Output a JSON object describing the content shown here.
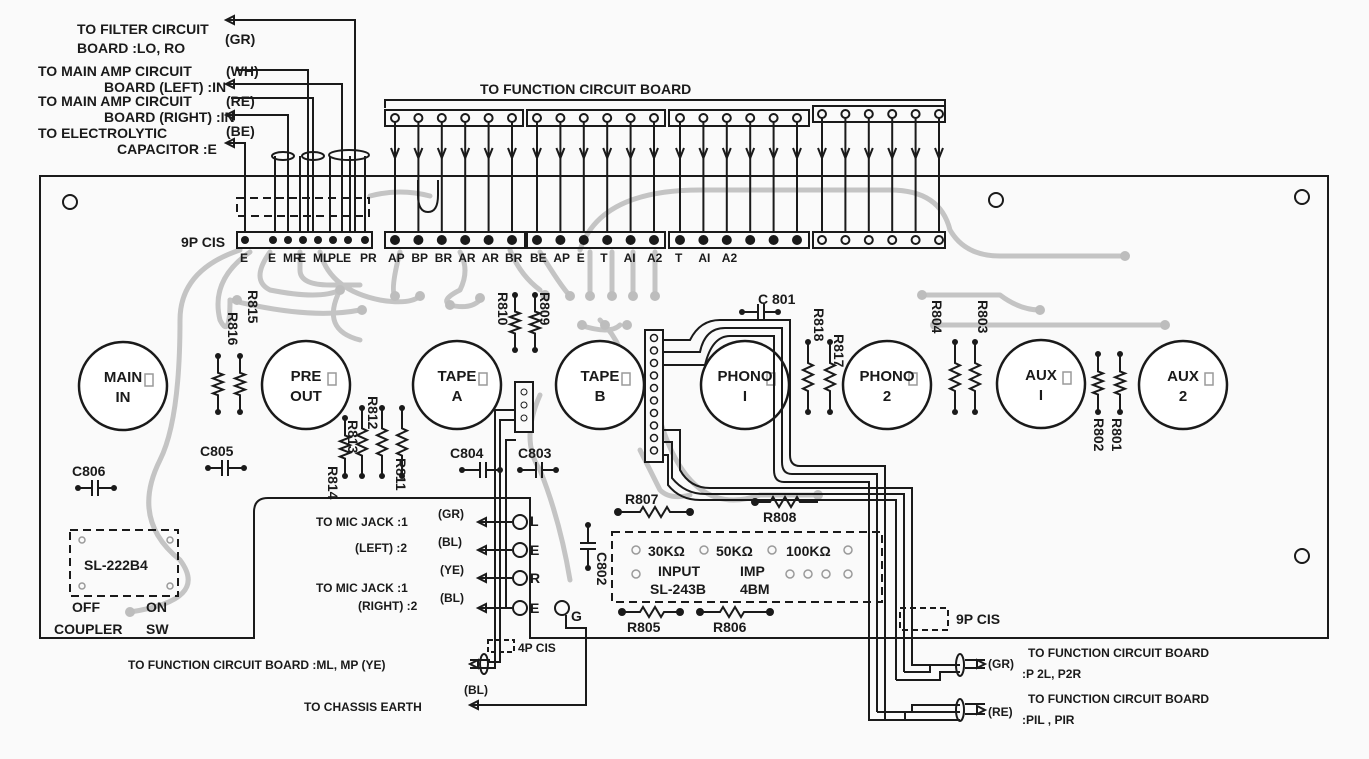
{
  "top_labels": {
    "filter_1": "TO FILTER CIRCUIT",
    "filter_2": "BOARD   :LO, RO",
    "filter_color": "(GR)",
    "main_left_1": "TO MAIN AMP CIRCUIT",
    "main_left_2": "BOARD (LEFT) :IN",
    "main_left_color": "(WH)",
    "main_right_1": "TO MAIN AMP CIRCUIT",
    "main_right_2": "BOARD (RIGHT) :IN",
    "main_right_color": "(RE)",
    "electro_1": "TO ELECTROLYTIC",
    "electro_2": "CAPACITOR :E",
    "electro_color": "(BE)",
    "function_board": "TO FUNCTION CIRCUIT BOARD"
  },
  "connector_9p_left": {
    "label": "9P CIS",
    "pins": [
      "E",
      "E",
      "MR",
      "E",
      "ML",
      "PL",
      "E",
      "PR"
    ]
  },
  "connector_pins_1": [
    "AP",
    "BP",
    "BR",
    "AR",
    "AR",
    "BR"
  ],
  "connector_pins_2": [
    "BE",
    "AP",
    "E",
    "T",
    "AI",
    "A2"
  ],
  "connector_pins_3": [
    "T",
    "AI",
    "A2"
  ],
  "jacks": [
    {
      "l1": "MAIN",
      "l2": "IN"
    },
    {
      "l1": "PRE",
      "l2": "OUT"
    },
    {
      "l1": "TAPE",
      "l2": "A"
    },
    {
      "l1": "TAPE",
      "l2": "B"
    },
    {
      "l1": "PHONO",
      "l2": "I"
    },
    {
      "l1": "PHONO",
      "l2": "2"
    },
    {
      "l1": "AUX",
      "l2": "I"
    },
    {
      "l1": "AUX",
      "l2": "2"
    }
  ],
  "resistors": {
    "r816": "R816",
    "r815": "R815",
    "r814": "R814",
    "r813": "R813",
    "r812": "R812",
    "r811": "R811",
    "r810": "R810",
    "r809": "R809",
    "r818": "R818",
    "r817": "R817",
    "r804": "R804",
    "r803": "R803",
    "r802": "R802",
    "r801": "R801",
    "r807": "R807",
    "r808": "R808",
    "r805": "R805",
    "r806": "R806"
  },
  "capacitors": {
    "c801": "C 801",
    "c802": "C802",
    "c803": "C803",
    "c804": "C804",
    "c805": "C805",
    "c806": "C806"
  },
  "switch_coupler": {
    "model": "SL-222B4",
    "off": "OFF",
    "on": "ON",
    "coupler": "COUPLER",
    "sw": "SW"
  },
  "switch_input": {
    "opt1": "30KΩ",
    "opt2": "50KΩ",
    "opt3": "100KΩ",
    "input": "INPUT",
    "imp": "IMP",
    "model": "SL-243B",
    "model2": "4BM"
  },
  "mic": {
    "left_1": "TO MIC JACK :1",
    "left_2": "(LEFT) :2",
    "right_1": "TO MIC JACK :1",
    "right_2": "(RIGHT) :2",
    "gr": "(GR)",
    "bl": "(BL)",
    "ye": "(YE)",
    "bl2": "(BL)",
    "pin_l": "L",
    "pin_e": "E",
    "pin_r": "R",
    "pin_e2": "E",
    "pin_g": "G"
  },
  "bottom": {
    "function_mlmp": "TO FUNCTION CIRCUIT BOARD :ML, MP  (YE)",
    "bl": "(BL)",
    "cis4": "4P CIS",
    "chassis": "TO CHASSIS EARTH",
    "cis9": "9P CIS",
    "p2_title": "TO FUNCTION CIRCUIT BOARD",
    "p2_color": "(GR)",
    "p2_pins": ":P 2L, P2R",
    "p1_title": "TO FUNCTION CIRCUIT BOARD",
    "p1_color": "(RE)",
    "p1_pins": ":PIL , PIR"
  },
  "colors": {
    "ink": "#1a1a1a",
    "trace": "#c4c4c4",
    "paper": "#fafafa"
  }
}
